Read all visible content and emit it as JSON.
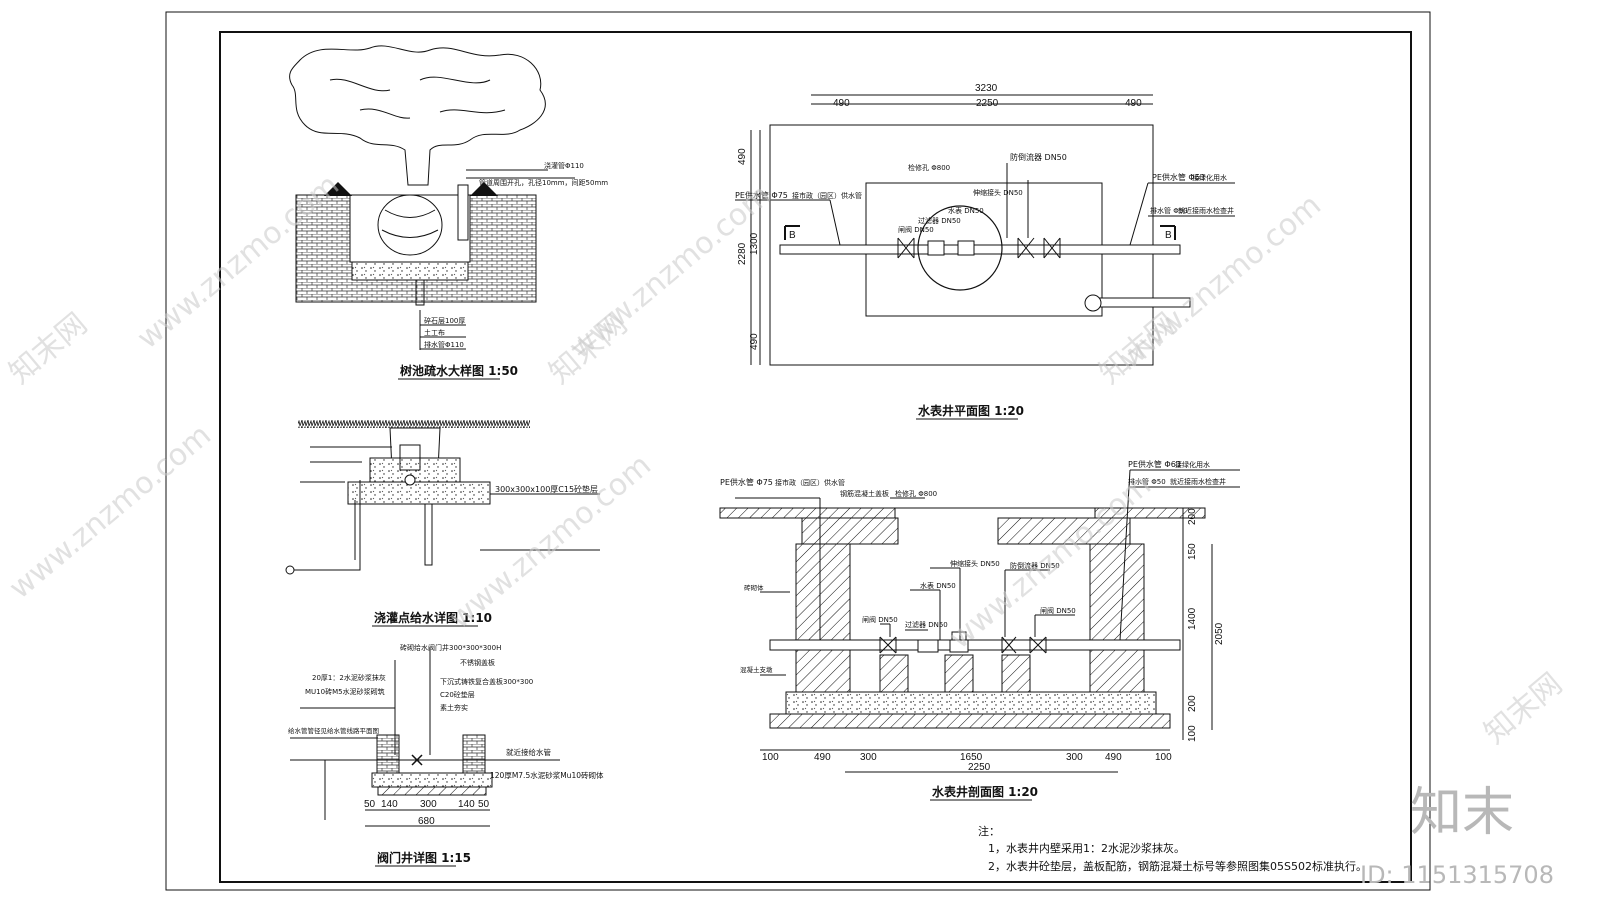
{
  "drawings": {
    "tree_pit": {
      "title": "树池疏水大样图 1:50",
      "labels": [
        "浇灌管Φ110",
        "管道周围开孔，孔径10mm，间距50mm",
        "碎石层100厚",
        "土工布",
        "排水管Φ110"
      ]
    },
    "irrigation": {
      "title": "浇灌点给水详图 1:10",
      "labels": [
        "300x300x100厚C15砼垫层"
      ]
    },
    "valve_well": {
      "title": "阀门井详图 1:15",
      "labels": [
        "20厚1：2水泥砂浆抹灰",
        "砖砌给水阀门井300*300*300H",
        "不锈钢盖板",
        "MU10砖M5水泥砂浆砌筑",
        "下沉式铸铁复合盖板300*300",
        "C20砼垫层",
        "素土夯实",
        "给水管管径见给水管线路平面图",
        "就近接给水管",
        "120厚M7.5水泥砂浆Mu10砖砌体"
      ],
      "dims_bottom": [
        "50",
        "140",
        "300",
        "140",
        "50"
      ],
      "dim_total": "680"
    },
    "meter_plan": {
      "title": "水表井平面图 1:20",
      "dims_top": [
        "3230",
        "490",
        "2250",
        "490"
      ],
      "dims_left": [
        "490",
        "2280",
        "1300",
        "490"
      ],
      "labels": [
        "PE供水管 Φ75",
        "接市政（园区）供水管",
        "检修孔 Φ800",
        "闸阀 DN50",
        "防倒流器 DN50",
        "伸缩接头 DN50",
        "水表 DN50",
        "过滤器 DN50",
        "PE供水管 Φ63",
        "接绿化用水",
        "排水管 Φ50",
        "就近接雨水检查井"
      ],
      "section_mark": "B"
    },
    "meter_section": {
      "title": "水表井剖面图 1:20",
      "labels": [
        "PE供水管 Φ75",
        "接市政（园区）供水管",
        "钢筋混凝土盖板",
        "检修孔 Φ800",
        "伸缩接头 DN50",
        "防倒流器 DN50",
        "水表 DN50",
        "闸阀 DN50",
        "过滤器 DN50",
        "闸阀 DN50",
        "砖砌体",
        "混凝土支墩",
        "PE供水管 Φ63",
        "接绿化用水",
        "排水管 Φ50",
        "就近接雨水检查井"
      ],
      "dims_right": [
        "200",
        "150",
        "1400",
        "200",
        "100",
        "2050"
      ],
      "dims_bottom": [
        "100",
        "490",
        "300",
        "1650",
        "300",
        "490",
        "100"
      ],
      "dim_total": "2250"
    }
  },
  "notes": {
    "heading": "注：",
    "items": [
      "1，水表井内壁采用1：2水泥沙浆抹灰。",
      "2，水表井砼垫层，盖板配筋，钢筋混凝土标号等参照图集05S502标准执行。"
    ]
  },
  "watermark": {
    "site": "www.znzmo.com",
    "brand": "知末网",
    "logo": "知末",
    "id": "ID: 1151315708"
  }
}
